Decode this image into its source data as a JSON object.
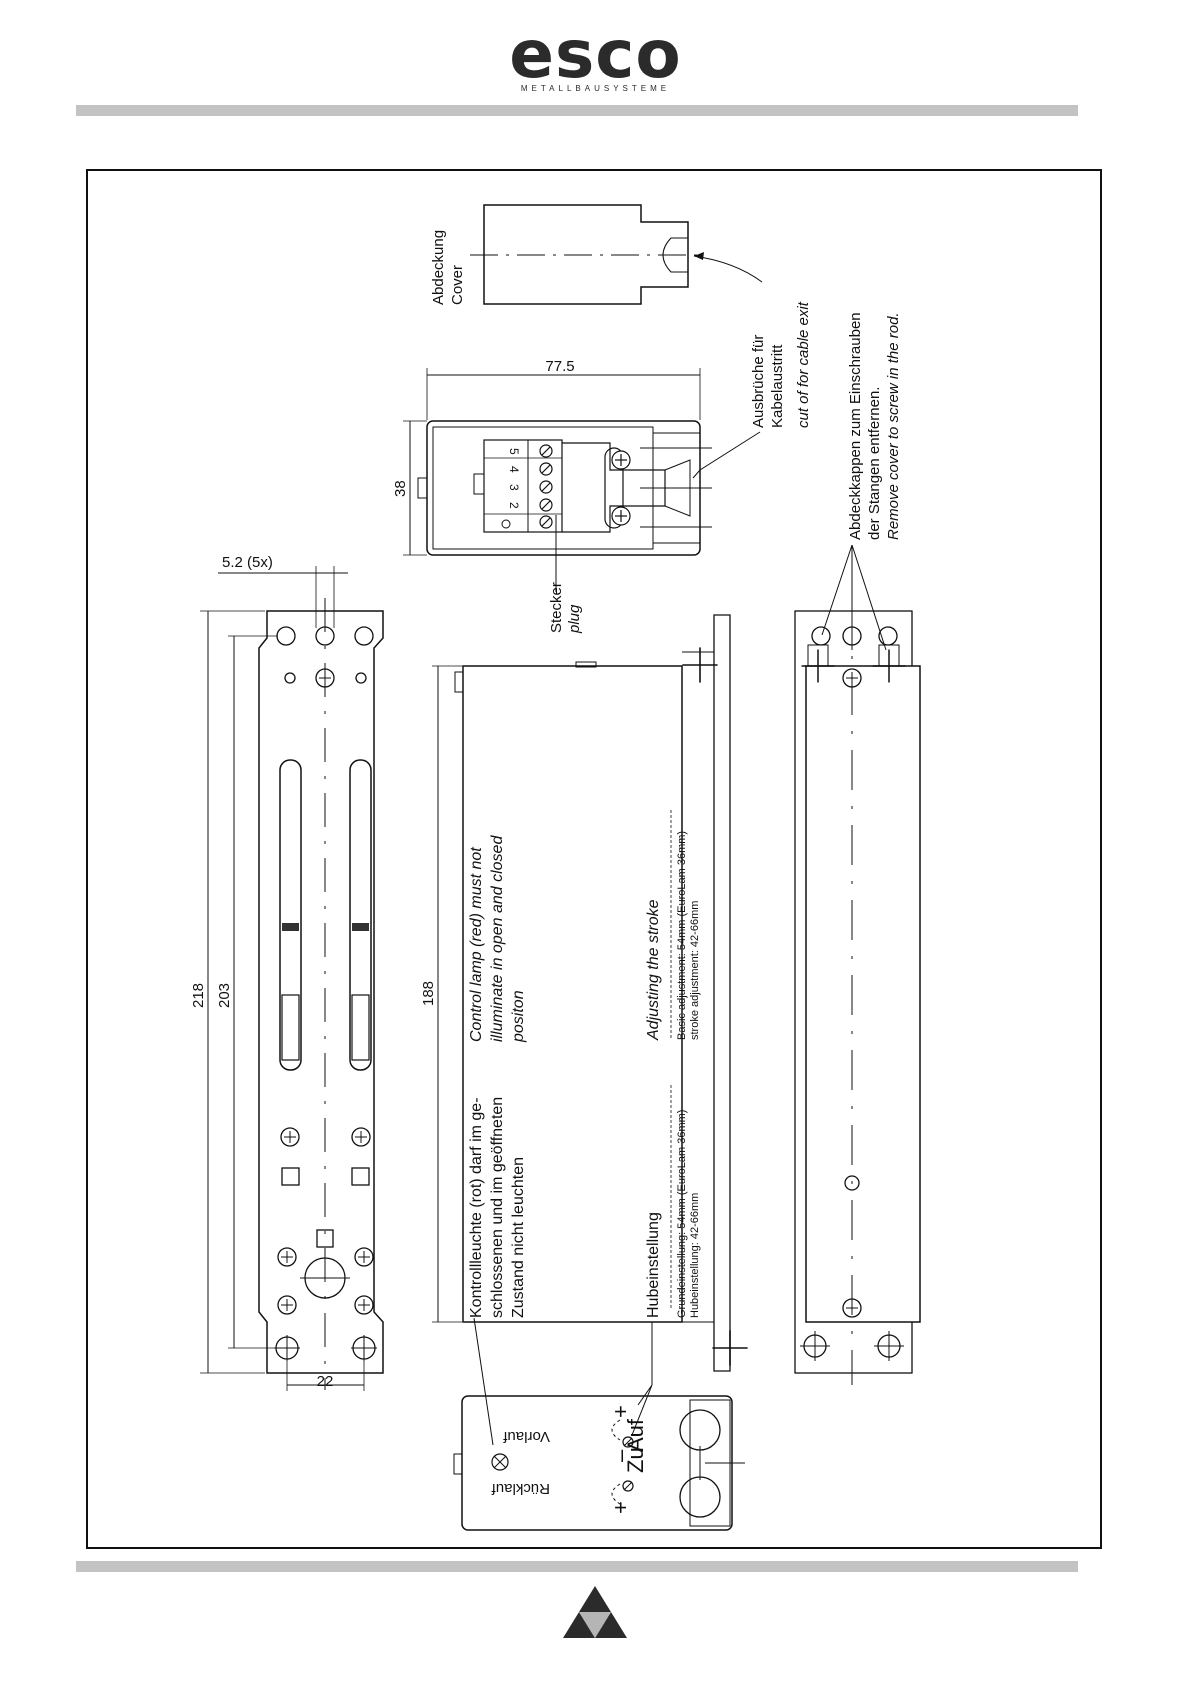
{
  "header": {
    "logo_word": "esco",
    "logo_subtitle": "METALLBAUSYSTEME"
  },
  "dimensions": {
    "hole_dia": "5.2 (5x)",
    "len_218": "218",
    "len_203": "203",
    "width_22": "22",
    "len_188": "188",
    "width_77_5": "77.5",
    "height_38": "38"
  },
  "labels": {
    "cover_de": "Abdeckung",
    "cover_en": "Cover",
    "cable_exit_de1": "Ausbrüche für",
    "cable_exit_de2": "Kabelaustritt",
    "cable_exit_en": "cut of for cable exit",
    "caps_de1": "Abdeckkappen zum Einschrauben",
    "caps_de2": "der Stangen  entfernen.",
    "caps_en": "Remove cover to screw in the rod.",
    "plug_de": "Stecker",
    "plug_en": "plug",
    "terminal_numbers": [
      "5",
      "4",
      "3",
      "2"
    ],
    "lamp_de1": "Kontrollleuchte (rot) darf im ge-",
    "lamp_de2": "schlossenen und im geöffneten",
    "lamp_de3": "Zustand nicht leuchten",
    "lamp_en1": "Control lamp (red) must not",
    "lamp_en2": "illuminate in open and closed",
    "lamp_en3": "positon",
    "stroke_de_title": "Hubeinstellung",
    "stroke_de_1": "Grundeinstellung: 54mm (EuroLam 36mm)",
    "stroke_de_2": "Hubeinstellung: 42-66mm",
    "stroke_en_title": "Adjusting the stroke",
    "stroke_en_1": "Basic adjustment: 54mm (EuroLam 36mm)",
    "stroke_en_2": "stroke adjustment: 42-66mm",
    "ruecklauf": "Rücklauf",
    "vorlauf": "Vorlauf",
    "zu": "Zu",
    "auf": "Auf",
    "plus": "+",
    "minus": "–"
  }
}
